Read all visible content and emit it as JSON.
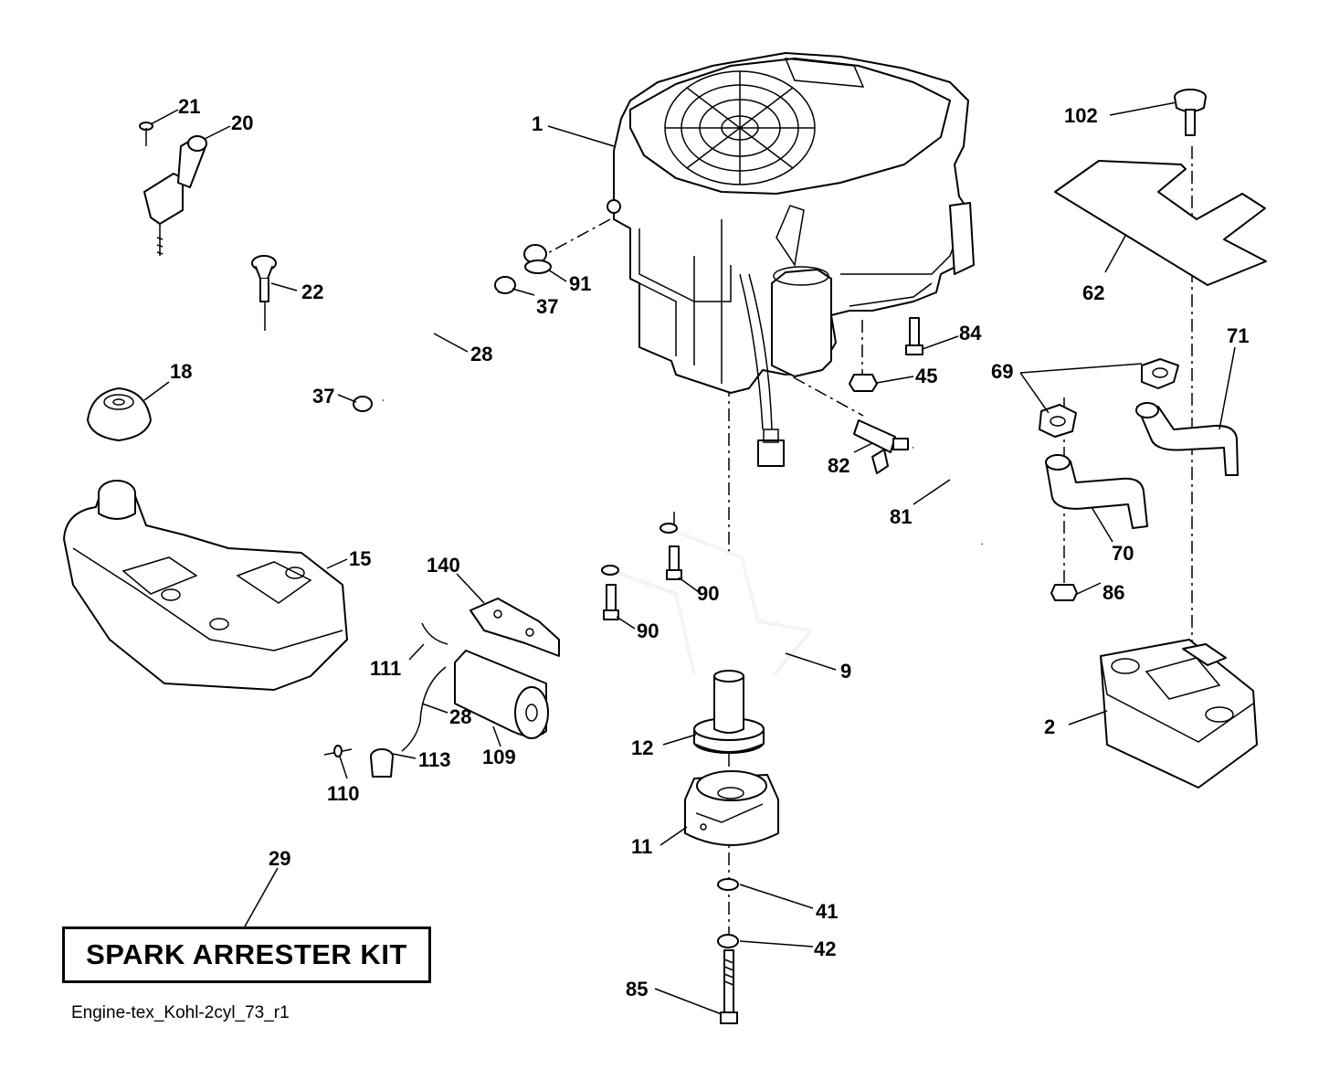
{
  "callouts": {
    "c1": "1",
    "c2": "2",
    "c9": "9",
    "c11": "11",
    "c12": "12",
    "c15": "15",
    "c18": "18",
    "c20": "20",
    "c21": "21",
    "c22": "22",
    "c28a": "28",
    "c28b": "28",
    "c29": "29",
    "c37a": "37",
    "c37b": "37",
    "c41": "41",
    "c42": "42",
    "c45": "45",
    "c62": "62",
    "c69": "69",
    "c70": "70",
    "c71": "71",
    "c81": "81",
    "c82": "82",
    "c84": "84",
    "c85": "85",
    "c86": "86",
    "c90a": "90",
    "c90b": "90",
    "c91": "91",
    "c102": "102",
    "c109": "109",
    "c110": "110",
    "c111": "111",
    "c113": "113",
    "c140": "140"
  },
  "kit": {
    "label": "SPARK ARRESTER KIT"
  },
  "footer": {
    "file_id": "Engine-tex_Kohl-2cyl_73_r1"
  },
  "colors": {
    "line": "#000000",
    "background": "#ffffff"
  }
}
